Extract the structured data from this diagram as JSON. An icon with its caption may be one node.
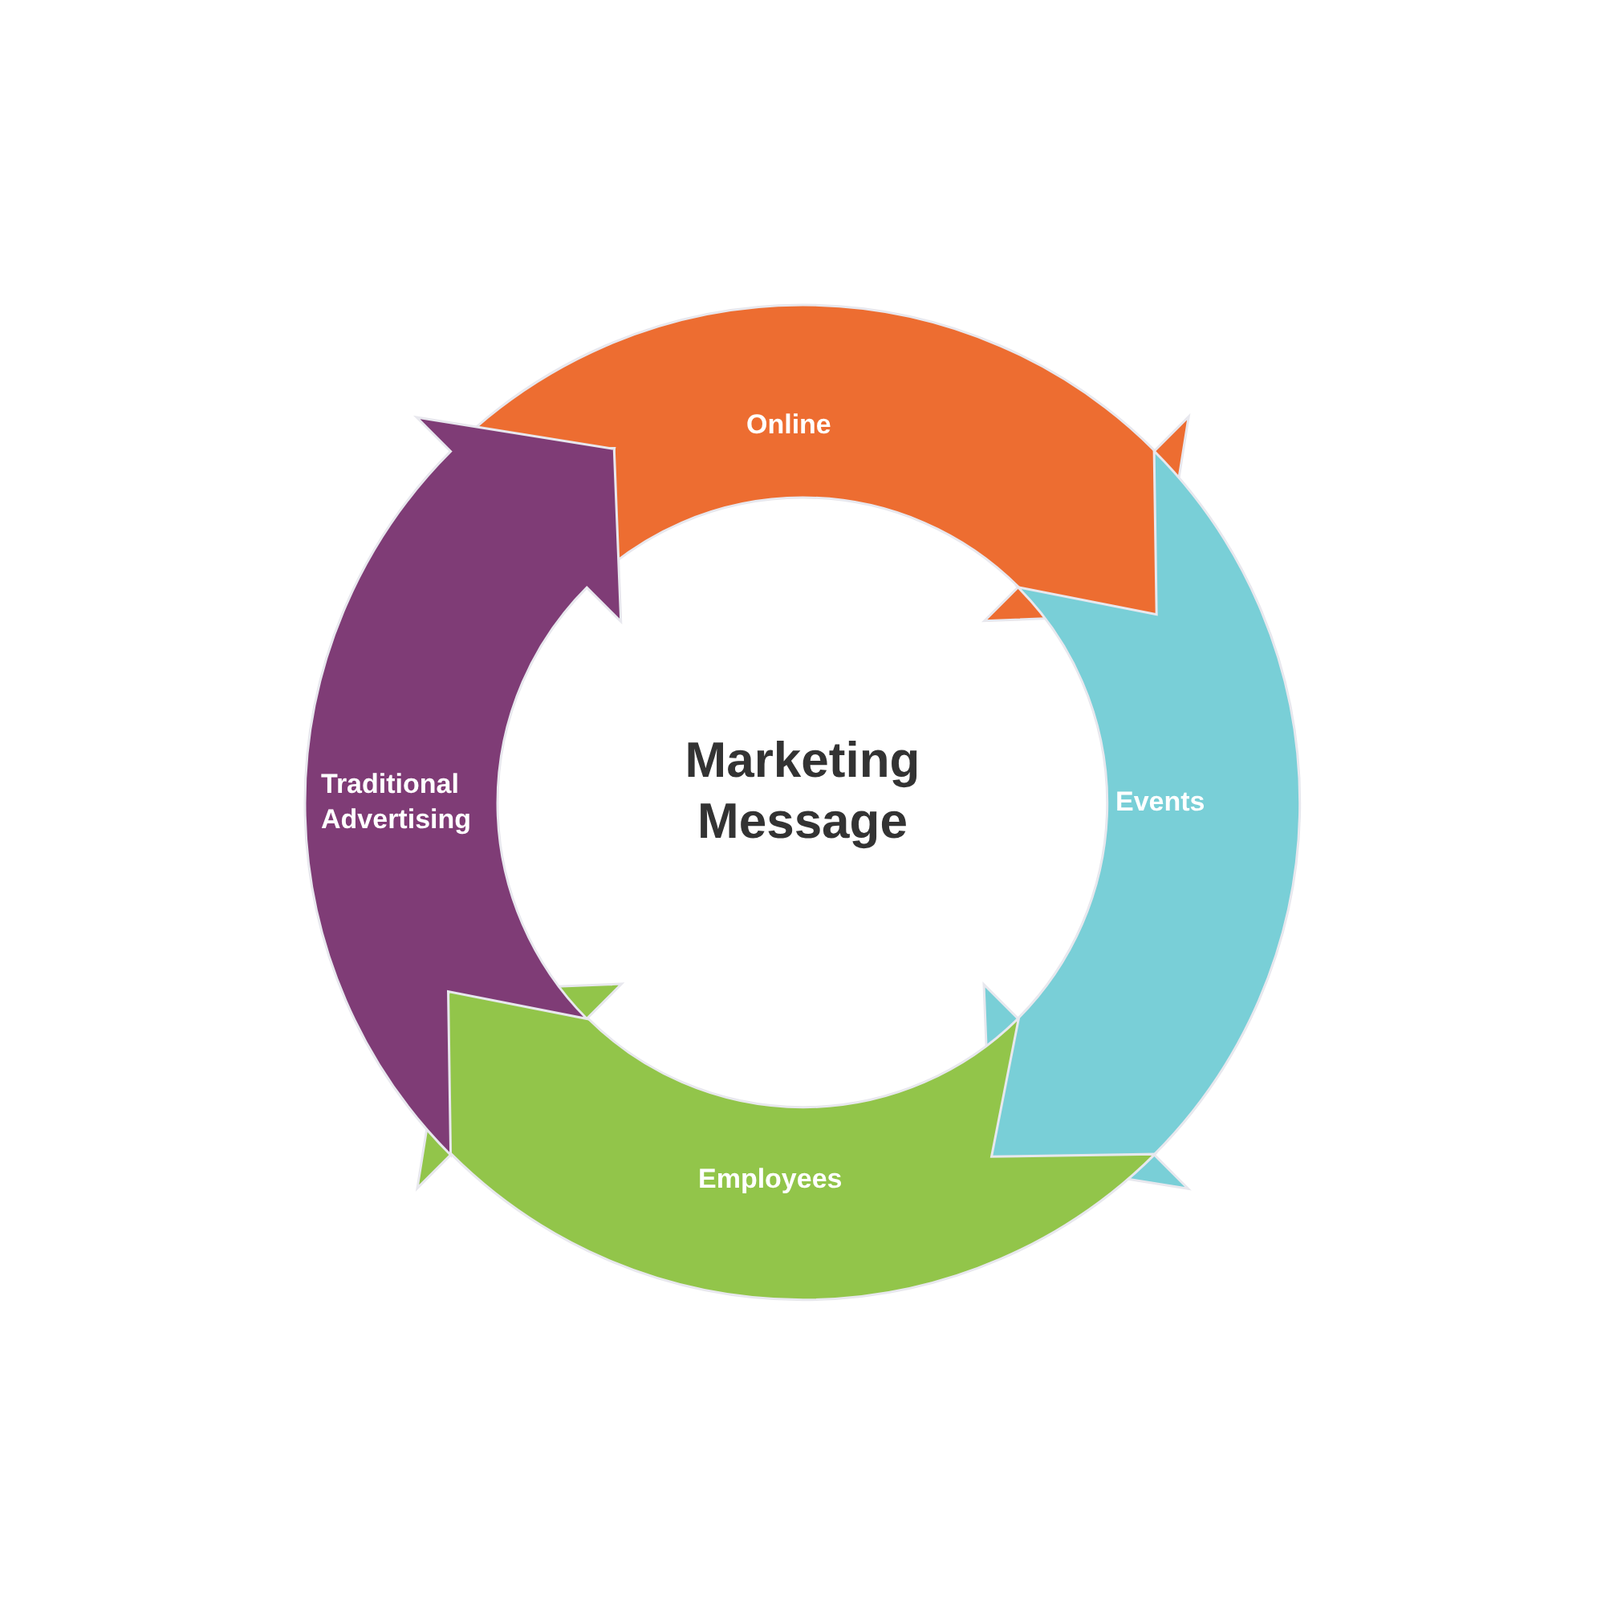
{
  "diagram": {
    "nodes": [
      {
        "text": [
          "Online"
        ]
      },
      {
        "text": [
          "Events"
        ]
      },
      {
        "text": [
          "Employees"
        ]
      },
      {
        "text": [
          "Traditional Advertising"
        ]
      }
    ],
    "labels": [
      "Marketing Message"
    ]
  }
}
